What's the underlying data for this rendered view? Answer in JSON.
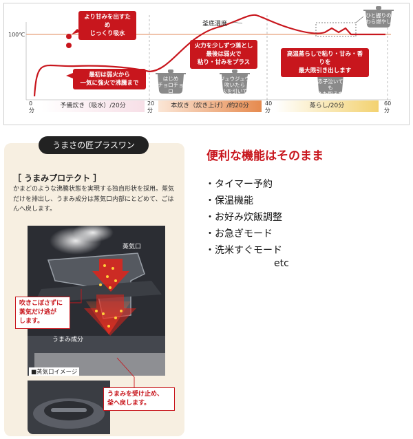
{
  "chart": {
    "y_label": "100℃",
    "curve_label": "釜底温度",
    "ticks": [
      "0\n分",
      "20\n分",
      "40\n分",
      "60\n分"
    ],
    "phases": [
      {
        "label": "予備炊き（吸水）/20分",
        "color": "#f7dfe7"
      },
      {
        "label": "本炊き（炊き上げ）/約20分",
        "color": "#efb07c"
      },
      {
        "label": "蒸らし/20分",
        "color": "#f3d270"
      }
    ],
    "callouts": {
      "soak": "より甘みを出すため\nじっくり吸水",
      "boil": "最初は弱火から\n一気に強火で沸騰まで",
      "fire": "火力を少しずつ落とし\n最後は弱火で\n粘り・甘みをプラス",
      "steam": "高温蒸らしで粘り・甘み・香りを\n最大限引き出します"
    },
    "pots": {
      "hajime": "はじめ\nチョロチョロ\nなかパッパ",
      "jugu": "ジュウジュウ\n吹いたら\n火を引いて",
      "akago": "赤子泣いても\nふた取るな",
      "hito": "ひと握りの\nわら燃やし"
    }
  },
  "panel": {
    "badge": "うまさの匠プラスワン",
    "title": "［ うまみプロテクト ］",
    "desc": "かまどのような沸騰状態を実現する独自形状を採用。蒸気だけを排出し、うまみ成分は蒸気口内部にとどめて、ごはんへ戻します。",
    "steam_port": "蒸気口",
    "umami": "うまみ成分",
    "image_caption": "■蒸気口イメージ",
    "note_left": "吹きこぼさずに\n蒸気だけ逃が\nします。",
    "note_right": "うまみを受け止め、\n釜へ戻します。"
  },
  "features": {
    "title": "便利な機能はそのまま",
    "items": [
      "・タイマー予約",
      "・保温機能",
      "・お好み炊飯調整",
      "・お急ぎモード",
      "・洗米すぐモード"
    ],
    "etc": "etc"
  }
}
